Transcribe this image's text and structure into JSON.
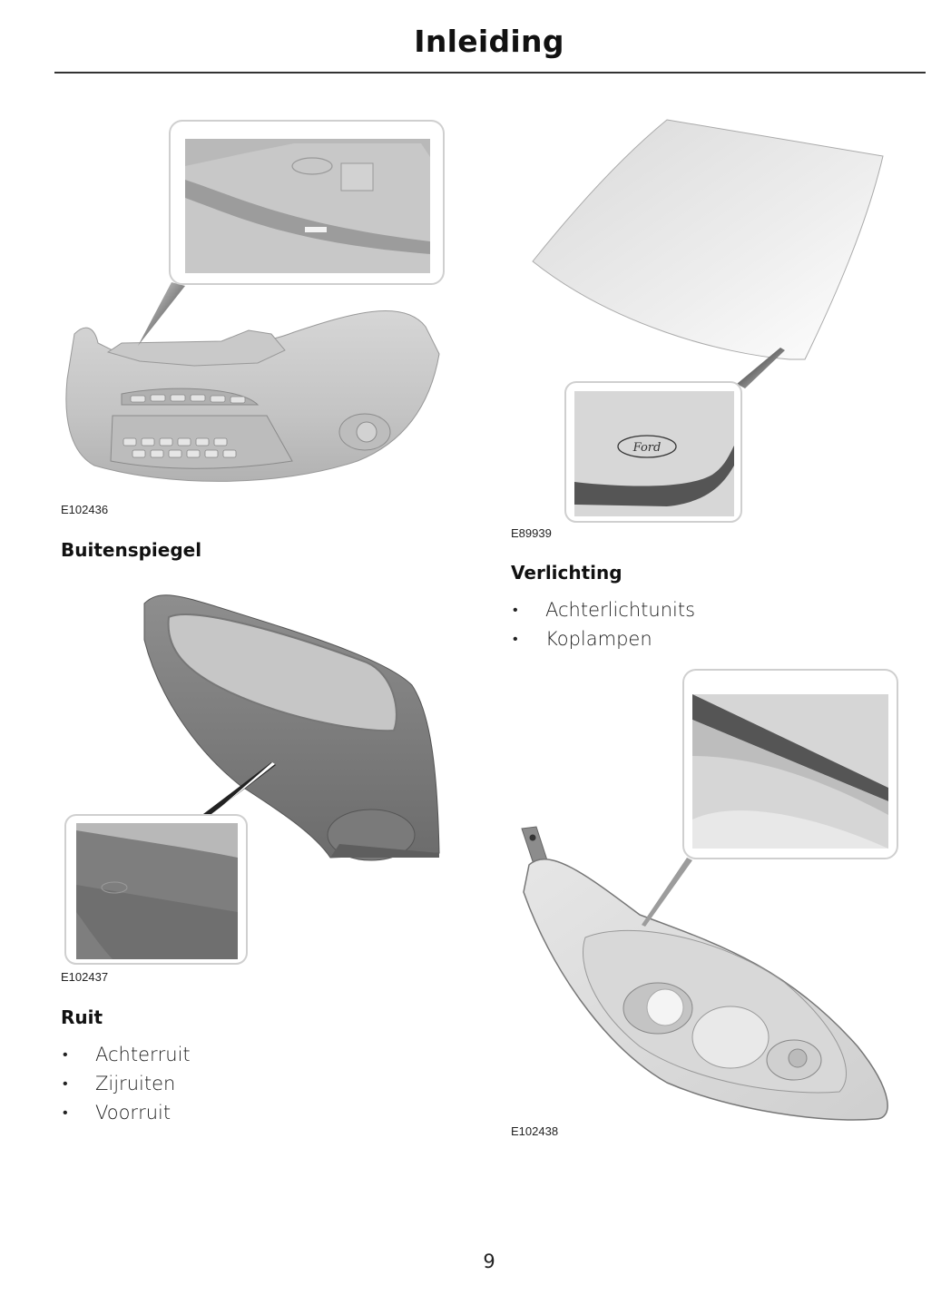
{
  "page": {
    "title": "Inleiding",
    "page_number": "9"
  },
  "figures": {
    "bumper": {
      "code": "E102436",
      "icon": "front-bumper-illustration",
      "inset_icon": "ford-logo-detail"
    },
    "windscreen": {
      "code": "E89939",
      "icon": "windscreen-illustration",
      "inset_icon": "ford-logo-detail"
    },
    "mirror": {
      "code": "E102437",
      "icon": "exterior-mirror-illustration",
      "inset_icon": "ford-logo-detail"
    },
    "headlamp": {
      "code": "E102438",
      "icon": "headlamp-illustration",
      "inset_icon": "headlamp-detail"
    }
  },
  "sections": {
    "buitenspiegel": {
      "heading": "Buitenspiegel"
    },
    "ruit": {
      "heading": "Ruit",
      "items": [
        "Achterruit",
        "Zijruiten",
        "Voorruit"
      ]
    },
    "verlichting": {
      "heading": "Verlichting",
      "items": [
        "Achterlichtunits",
        "Koplampen"
      ]
    }
  },
  "logo_text": "Ford",
  "bullet_glyph": "•"
}
